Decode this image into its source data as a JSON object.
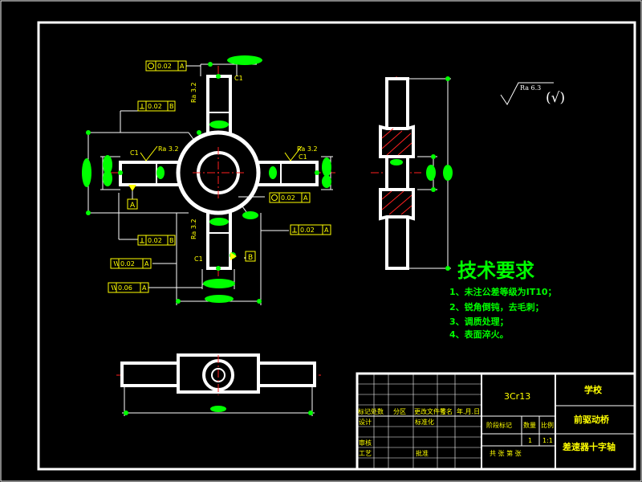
{
  "tech_requirements": {
    "title": "技术要求",
    "items": [
      "1、未注公差等级为IT10；",
      "2、锐角倒钝，去毛刺；",
      "3、调质处理；",
      "4、表面淬火。"
    ]
  },
  "roughness": {
    "general": "Ra 6.3",
    "general_suffix": "(√)",
    "face_a": "Ra 3.2",
    "face_b": "Ra 3.2",
    "arm_top": "Ra 3.2",
    "arm_bottom": "Ra 3.2"
  },
  "tolerances": {
    "round_top": "0.02",
    "round_top_ref": "A",
    "round_right": "0.02",
    "round_right_ref": "A",
    "perp_upper": "0.02",
    "perp_upper_ref": "B",
    "perp_lower": "0.02",
    "perp_lower_ref": "B",
    "perp_right": "0.02",
    "perp_right_ref": "A",
    "par_left1": "0.02",
    "par_left1_ref": "A",
    "par_left2": "0.06",
    "par_left2_ref": "A"
  },
  "datums": {
    "a": "A",
    "b": "B"
  },
  "chamfers": {
    "c1_top": "C1",
    "c1_left": "C1",
    "c1_right": "C1",
    "c1_bottom": "C1"
  },
  "title_block": {
    "material": "3Cr13",
    "school": "学校",
    "project": "前驱动桥",
    "part_name": "差速器十字轴",
    "mark_count": "标记处数",
    "zone": "分区",
    "change_doc": "更改文件号",
    "signature": "签名",
    "date": "年.月.日",
    "design": "设计",
    "standardize": "标准化",
    "stage_mark": "阶段标记",
    "weight": "数量",
    "scale": "比例",
    "qty_value": "1",
    "scale_value": "1:1",
    "review": "审核",
    "process": "工艺",
    "approve": "批准",
    "sheets": "共  张  第  张"
  }
}
